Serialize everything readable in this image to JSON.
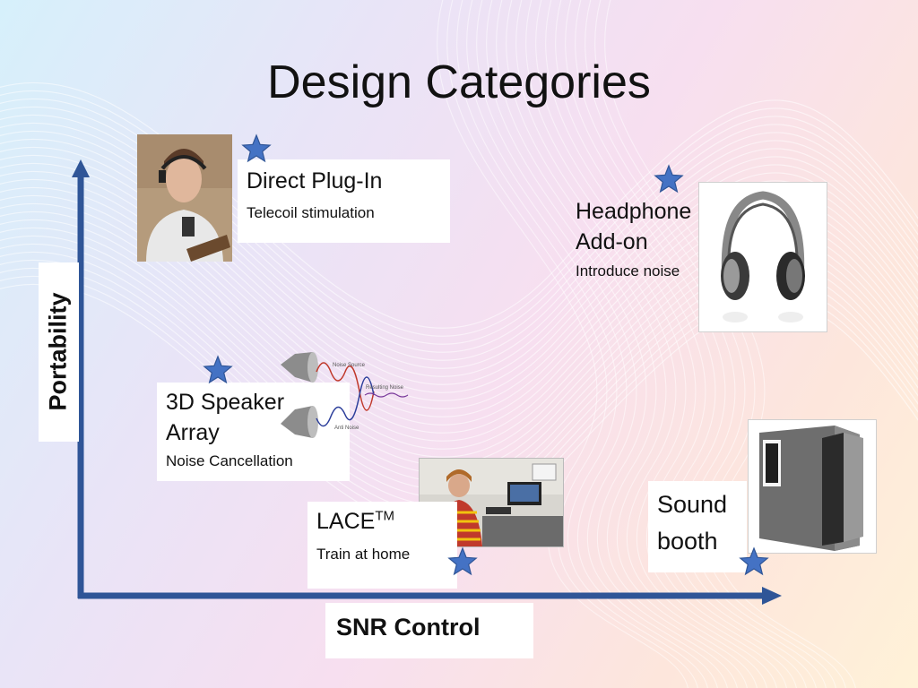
{
  "title": "Design Categories",
  "axes": {
    "y_label": "Portability",
    "x_label": "SNR Control",
    "color": "#2f5597"
  },
  "star_color": "#4472c4",
  "categories": [
    {
      "id": "direct",
      "name": "Direct Plug-In",
      "desc": "Telecoil stimulation"
    },
    {
      "id": "headphone",
      "name": "Headphone Add-on",
      "desc": "Introduce noise"
    },
    {
      "id": "speaker",
      "name": "3D Speaker Array",
      "desc": "Noise Cancellation"
    },
    {
      "id": "lace",
      "name": "LACE",
      "name_sup": "TM",
      "desc": "Train at home"
    },
    {
      "id": "booth",
      "name": "Sound booth"
    }
  ],
  "speaker_diagram": {
    "source_label": "Noise Source",
    "result_label": "Resulting Noise",
    "anti_label": "Anti Noise"
  }
}
